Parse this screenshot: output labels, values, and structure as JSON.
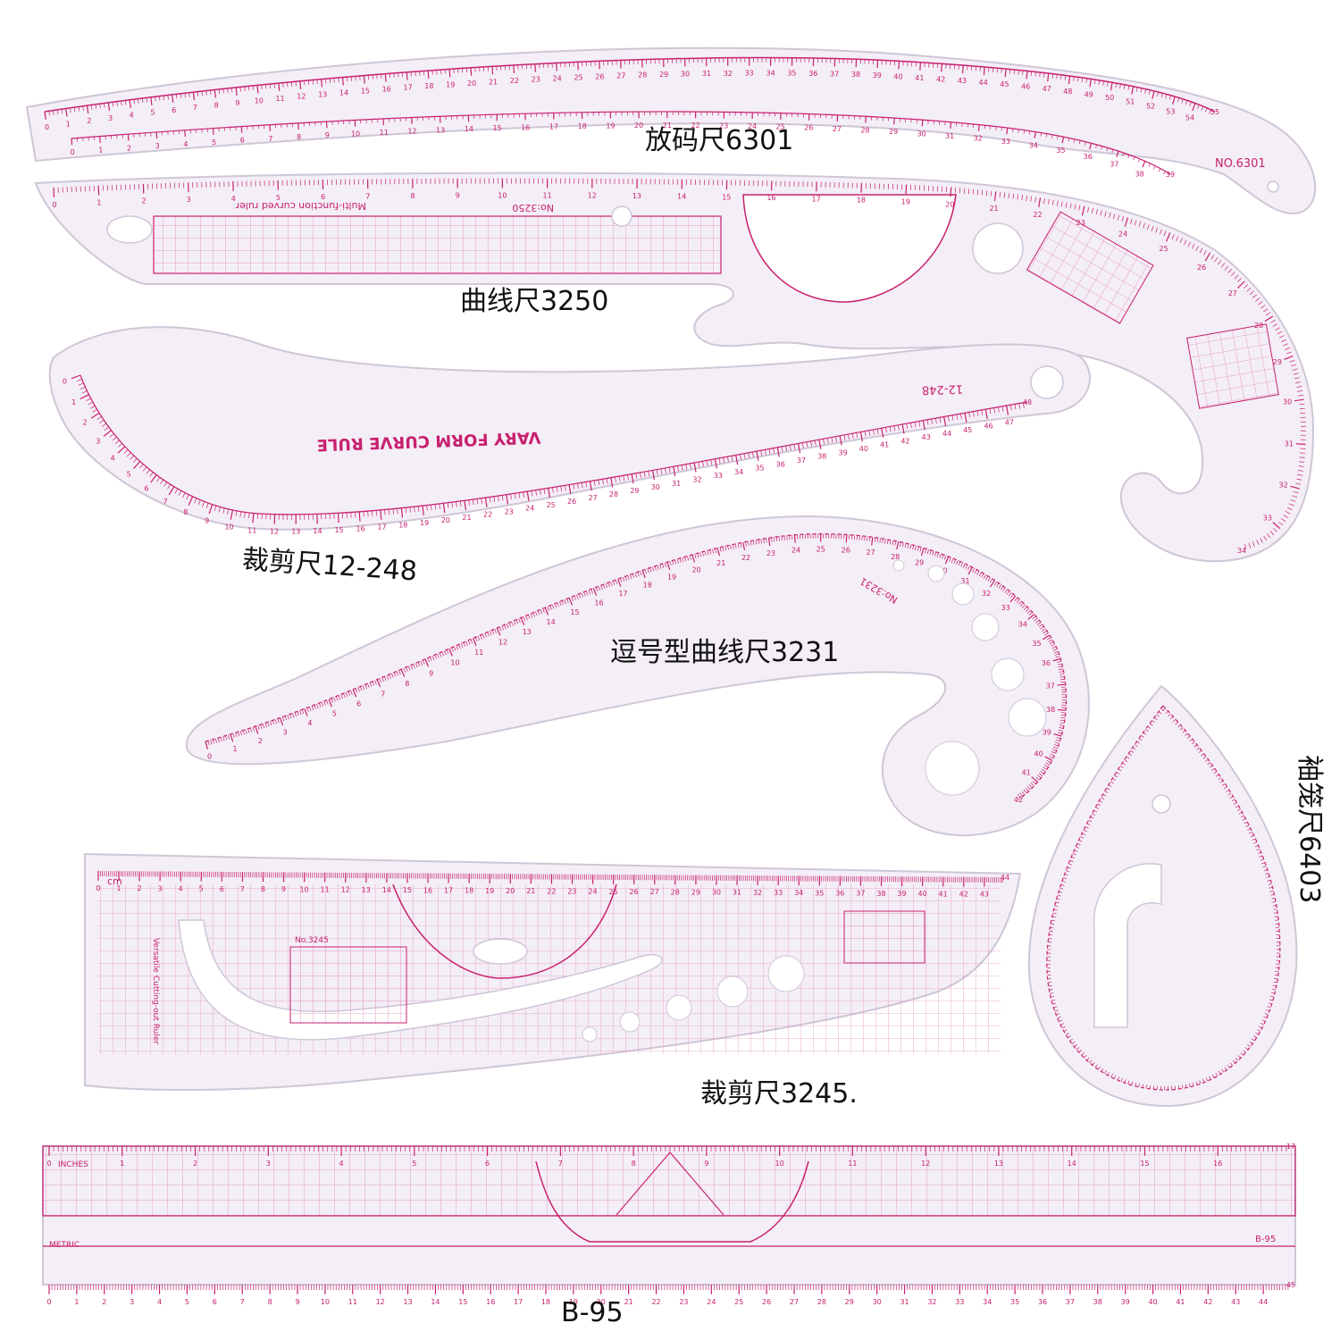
{
  "colors": {
    "ink": "#c8206f",
    "ink_light": "#e08ab4",
    "plastic": "#f4eef6",
    "plastic_edge": "#cfc6d6",
    "caption": "#111111"
  },
  "rulers": [
    {
      "id": "6301",
      "caption": "放码尺6301",
      "printed_model": "NO.6301",
      "outer_scale_max": 55,
      "inner_scale_max": 39
    },
    {
      "id": "3250",
      "caption": "曲线尺3250",
      "printed_title": "Multi-function curved ruler",
      "printed_model": "No:3250",
      "scale_max": 34
    },
    {
      "id": "12-248",
      "caption": "裁剪尺12-248",
      "printed_title": "VARY FORM CURVE RULE",
      "printed_model": "12-248",
      "scale_max": 48
    },
    {
      "id": "3231",
      "caption": "逗号型曲线尺3231",
      "printed_model": "No:3231",
      "scale_max": 42
    },
    {
      "id": "6403",
      "caption": "袖笼尺6403"
    },
    {
      "id": "3245",
      "caption": "裁剪尺3245.",
      "printed_title": "Versatile Cutting-out Ruler",
      "printed_model": "No.3245",
      "scale_unit": "cm",
      "scale_max": 44
    },
    {
      "id": "B-95",
      "caption": "B-95",
      "printed_model": "B-95",
      "inch_label": "INCHES",
      "metric_label": "METRIC",
      "inch_max": 17,
      "metric_max": 45
    }
  ]
}
